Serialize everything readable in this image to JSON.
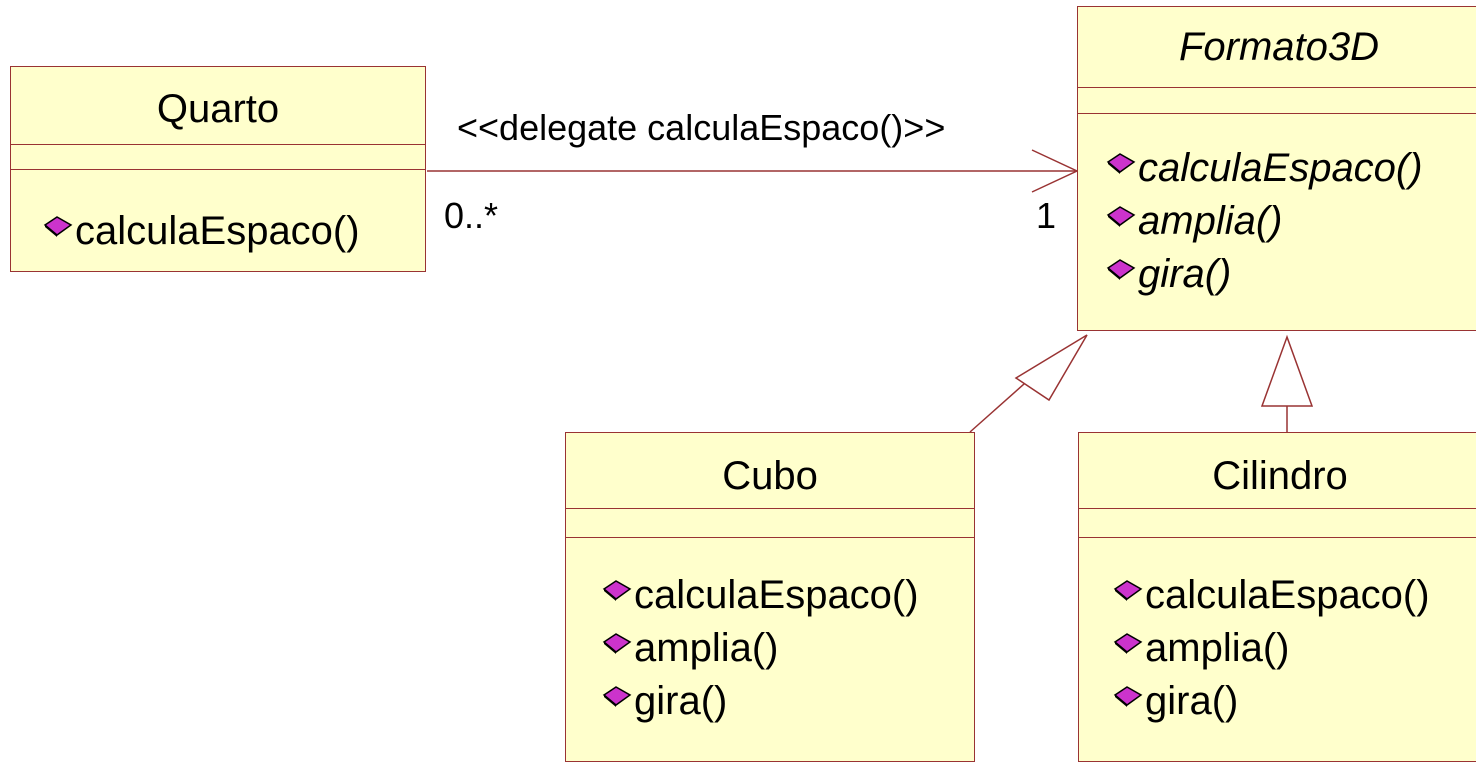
{
  "colors": {
    "class_fill": "#ffffcc",
    "class_border": "#993333",
    "icon": "#cc33cc"
  },
  "classes": {
    "quarto": {
      "name": "Quarto",
      "operations": [
        "calculaEspaco()"
      ]
    },
    "formato3d": {
      "name": "Formato3D",
      "abstract": true,
      "operations": [
        "calculaEspaco()",
        "amplia()",
        "gira()"
      ]
    },
    "cubo": {
      "name": "Cubo",
      "operations": [
        "calculaEspaco()",
        "amplia()",
        "gira()"
      ]
    },
    "cilindro": {
      "name": "Cilindro",
      "operations": [
        "calculaEspaco()",
        "amplia()",
        "gira()"
      ]
    }
  },
  "association": {
    "stereotype": "<<delegate calculaEspaco()>>",
    "source_multiplicity": "0..*",
    "target_multiplicity": "1"
  },
  "icons": {
    "operation": "operation-diamond-icon"
  }
}
